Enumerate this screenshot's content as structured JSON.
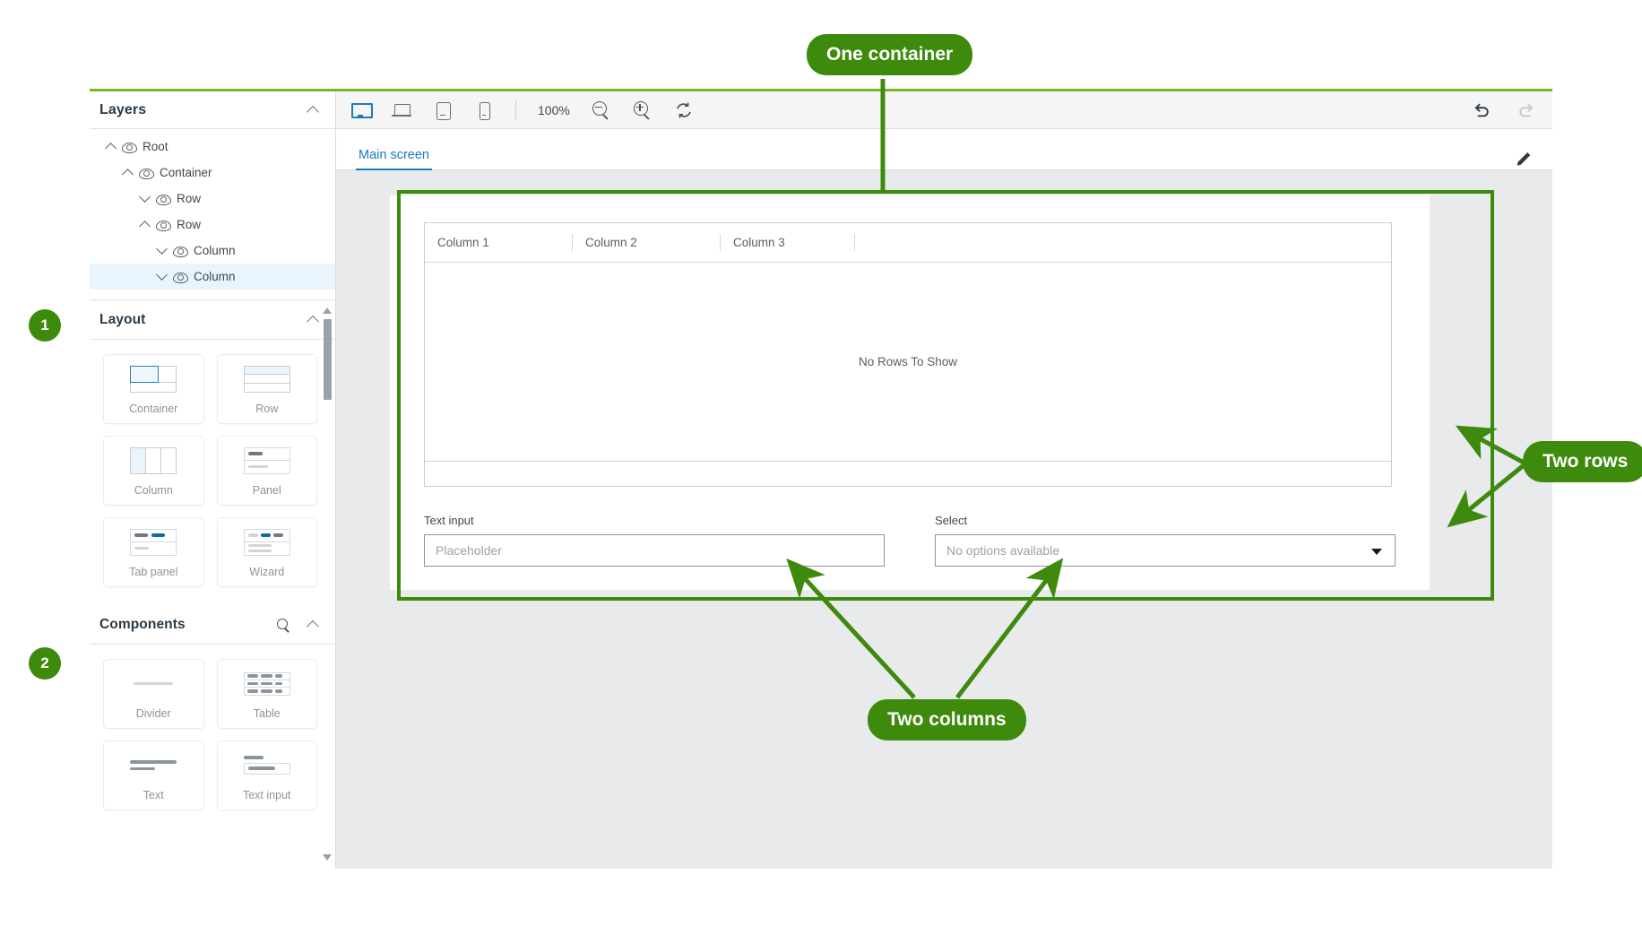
{
  "layers": {
    "title": "Layers",
    "items": [
      {
        "label": "Root",
        "indent": 0,
        "twisty": "up",
        "selected": false
      },
      {
        "label": "Container",
        "indent": 1,
        "twisty": "up",
        "selected": false
      },
      {
        "label": "Row",
        "indent": 2,
        "twisty": "down",
        "selected": false
      },
      {
        "label": "Row",
        "indent": 2,
        "twisty": "up",
        "selected": false
      },
      {
        "label": "Column",
        "indent": 3,
        "twisty": "down",
        "selected": false
      },
      {
        "label": "Column",
        "indent": 3,
        "twisty": "down",
        "selected": true
      }
    ]
  },
  "layout": {
    "title": "Layout",
    "tiles": [
      {
        "label": "Container",
        "art": "container"
      },
      {
        "label": "Row",
        "art": "row"
      },
      {
        "label": "Column",
        "art": "column"
      },
      {
        "label": "Panel",
        "art": "panel"
      },
      {
        "label": "Tab panel",
        "art": "tabpanel"
      },
      {
        "label": "Wizard",
        "art": "wizard"
      }
    ]
  },
  "components": {
    "title": "Components",
    "search_icon": "search-icon",
    "tiles": [
      {
        "label": "Divider",
        "art": "divider"
      },
      {
        "label": "Table",
        "art": "table"
      },
      {
        "label": "Text",
        "art": "text"
      },
      {
        "label": "Text input",
        "art": "textinput"
      }
    ]
  },
  "toolbar": {
    "devices": [
      {
        "name": "desktop-view-button",
        "icon": "desktop-icon",
        "active": true
      },
      {
        "name": "laptop-view-button",
        "icon": "laptop-icon",
        "active": false
      },
      {
        "name": "tablet-view-button",
        "icon": "tablet-icon",
        "active": false
      },
      {
        "name": "phone-view-button",
        "icon": "phone-icon",
        "active": false
      }
    ],
    "zoom_value": "100%",
    "zoom_out_icon": "zoom-out-icon",
    "zoom_in_icon": "zoom-in-icon",
    "refresh_icon": "refresh-icon",
    "undo_icon": "undo-icon",
    "redo_icon": "redo-icon"
  },
  "screen_tab": {
    "label": "Main screen",
    "edit_icon": "pencil-icon"
  },
  "canvas": {
    "table": {
      "columns": [
        "Column 1",
        "Column 2",
        "Column 3"
      ],
      "empty_message": "No Rows To Show"
    },
    "text_input": {
      "label": "Text input",
      "placeholder": "Placeholder",
      "value": ""
    },
    "select": {
      "label": "Select",
      "value": "No options available",
      "caret_icon": "chevron-down-icon"
    }
  },
  "annotations": {
    "accent_color": "#3d8a0c",
    "callouts": [
      {
        "id": "one-container",
        "text": "One container"
      },
      {
        "id": "two-rows",
        "text": "Two rows"
      },
      {
        "id": "two-columns",
        "text": "Two columns"
      }
    ],
    "badges": [
      {
        "id": "badge-1",
        "text": "1"
      },
      {
        "id": "badge-2",
        "text": "2"
      }
    ]
  }
}
